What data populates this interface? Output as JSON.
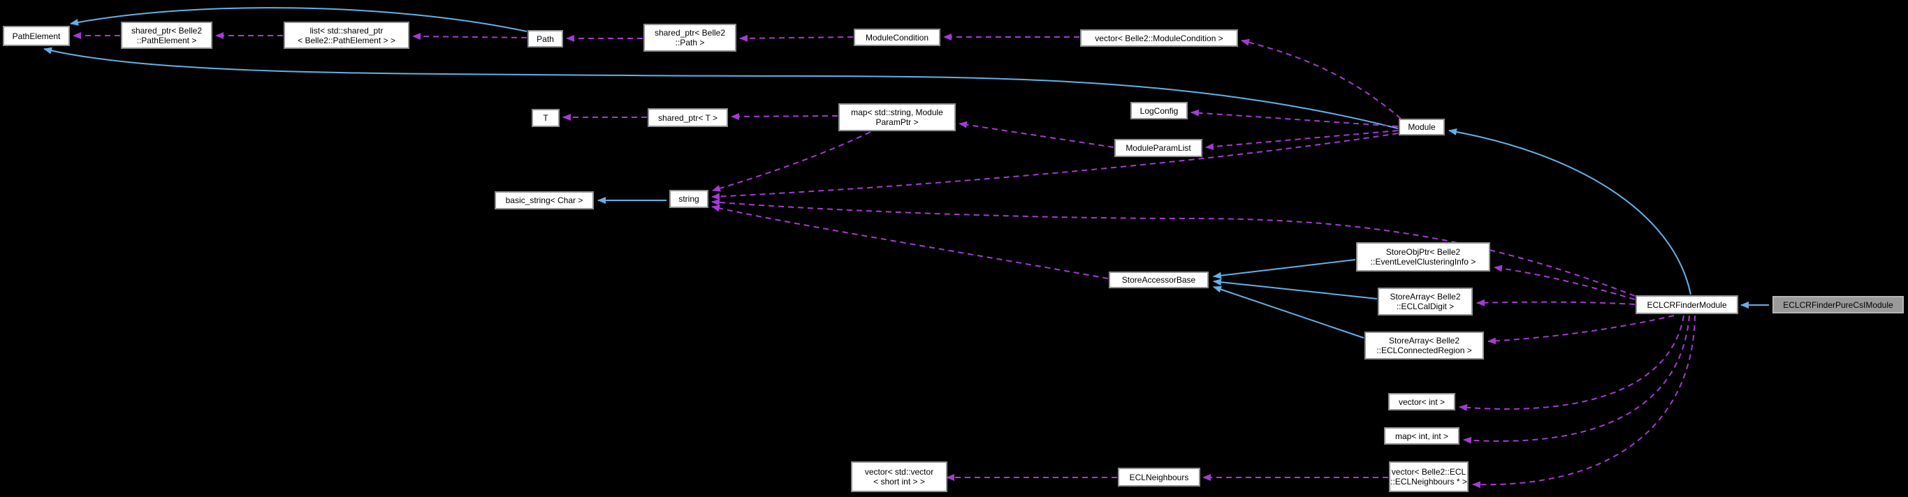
{
  "diagram": {
    "kind": "doxygen-collaboration-graph",
    "current_class": "ECLCRFinderPureCsIModule",
    "colors": {
      "background": "#000000",
      "node_fill": "#ffffff",
      "node_border": "#8f9294",
      "node_text": "#000000",
      "current_node_fill": "#9a9a9a",
      "inheritance_arrow": "#63b1e8",
      "usage_arrow": "#a43bd3"
    },
    "nodes": [
      {
        "id": "pathelement",
        "label": "PathElement"
      },
      {
        "id": "shared-ptr-pathelement",
        "label": "shared_ptr< Belle2\n::PathElement >"
      },
      {
        "id": "list-shared-ptr-pathelement",
        "label": "list< std::shared_ptr\n< Belle2::PathElement > >"
      },
      {
        "id": "path",
        "label": "Path"
      },
      {
        "id": "shared-ptr-path",
        "label": "shared_ptr< Belle2\n::Path >"
      },
      {
        "id": "modulecondition",
        "label": "ModuleCondition"
      },
      {
        "id": "vector-modulecondition",
        "label": "vector< Belle2::ModuleCondition >"
      },
      {
        "id": "t",
        "label": "T"
      },
      {
        "id": "shared-ptr-t",
        "label": "shared_ptr< T >"
      },
      {
        "id": "map-string-moduleparamptr",
        "label": "map< std::string, Module\nParamPtr >"
      },
      {
        "id": "logconfig",
        "label": "LogConfig"
      },
      {
        "id": "moduleparamlist",
        "label": "ModuleParamList"
      },
      {
        "id": "module",
        "label": "Module"
      },
      {
        "id": "basic-string-char",
        "label": "basic_string< Char >"
      },
      {
        "id": "string",
        "label": "string"
      },
      {
        "id": "storeaccessorbase",
        "label": "StoreAccessorBase"
      },
      {
        "id": "storeobjptr-eventlevelclusteringinfo",
        "label": "StoreObjPtr< Belle2\n::EventLevelClusteringInfo >"
      },
      {
        "id": "storearray-eclcaldigit",
        "label": "StoreArray< Belle2\n::ECLCalDigit >"
      },
      {
        "id": "storearray-eclconnectedregion",
        "label": "StoreArray< Belle2\n::ECLConnectedRegion >"
      },
      {
        "id": "eclcrfindermodule",
        "label": "ECLCRFinderModule"
      },
      {
        "id": "eclcrfinderpurecsimodule",
        "label": "ECLCRFinderPureCsIModule"
      },
      {
        "id": "vector-int",
        "label": "vector< int >"
      },
      {
        "id": "map-int-int",
        "label": "map< int, int >"
      },
      {
        "id": "vector-vector-short-int",
        "label": "vector< std::vector\n< short int > >"
      },
      {
        "id": "eclneighbours",
        "label": "ECLNeighbours"
      },
      {
        "id": "vector-eclneighbours-ptr",
        "label": "vector< Belle2::ECL\n::ECLNeighbours * >"
      }
    ],
    "edges": [
      {
        "from": "string",
        "to": "basic-string-char",
        "type": "inheritance"
      },
      {
        "from": "path",
        "to": "pathelement",
        "type": "inheritance"
      },
      {
        "from": "module",
        "to": "pathelement",
        "type": "inheritance"
      },
      {
        "from": "eclcrfindermodule",
        "to": "module",
        "type": "inheritance"
      },
      {
        "from": "eclcrfinderpurecsimodule",
        "to": "eclcrfindermodule",
        "type": "inheritance"
      },
      {
        "from": "storeobjptr-eventlevelclusteringinfo",
        "to": "storeaccessorbase",
        "type": "inheritance"
      },
      {
        "from": "storearray-eclcaldigit",
        "to": "storeaccessorbase",
        "type": "inheritance"
      },
      {
        "from": "storearray-eclconnectedregion",
        "to": "storeaccessorbase",
        "type": "inheritance"
      },
      {
        "from": "shared-ptr-pathelement",
        "to": "pathelement",
        "type": "usage"
      },
      {
        "from": "list-shared-ptr-pathelement",
        "to": "shared-ptr-pathelement",
        "type": "usage"
      },
      {
        "from": "path",
        "to": "list-shared-ptr-pathelement",
        "type": "usage"
      },
      {
        "from": "shared-ptr-path",
        "to": "path",
        "type": "usage"
      },
      {
        "from": "modulecondition",
        "to": "shared-ptr-path",
        "type": "usage"
      },
      {
        "from": "vector-modulecondition",
        "to": "modulecondition",
        "type": "usage"
      },
      {
        "from": "module",
        "to": "vector-modulecondition",
        "type": "usage"
      },
      {
        "from": "map-string-moduleparamptr",
        "to": "shared-ptr-t",
        "type": "usage"
      },
      {
        "from": "shared-ptr-t",
        "to": "t",
        "type": "usage"
      },
      {
        "from": "moduleparamlist",
        "to": "map-string-moduleparamptr",
        "type": "usage"
      },
      {
        "from": "module",
        "to": "logconfig",
        "type": "usage"
      },
      {
        "from": "module",
        "to": "moduleparamlist",
        "type": "usage"
      },
      {
        "from": "module",
        "to": "string",
        "type": "usage"
      },
      {
        "from": "map-string-moduleparamptr",
        "to": "string",
        "type": "usage"
      },
      {
        "from": "storeaccessorbase",
        "to": "string",
        "type": "usage"
      },
      {
        "from": "eclcrfindermodule",
        "to": "string",
        "type": "usage"
      },
      {
        "from": "eclcrfindermodule",
        "to": "storeobjptr-eventlevelclusteringinfo",
        "type": "usage"
      },
      {
        "from": "eclcrfindermodule",
        "to": "storearray-eclcaldigit",
        "type": "usage"
      },
      {
        "from": "eclcrfindermodule",
        "to": "storearray-eclconnectedregion",
        "type": "usage"
      },
      {
        "from": "eclcrfindermodule",
        "to": "vector-int",
        "type": "usage"
      },
      {
        "from": "eclcrfindermodule",
        "to": "map-int-int",
        "type": "usage"
      },
      {
        "from": "eclcrfindermodule",
        "to": "vector-eclneighbours-ptr",
        "type": "usage"
      },
      {
        "from": "vector-eclneighbours-ptr",
        "to": "eclneighbours",
        "type": "usage"
      },
      {
        "from": "eclneighbours",
        "to": "vector-vector-short-int",
        "type": "usage"
      }
    ]
  }
}
